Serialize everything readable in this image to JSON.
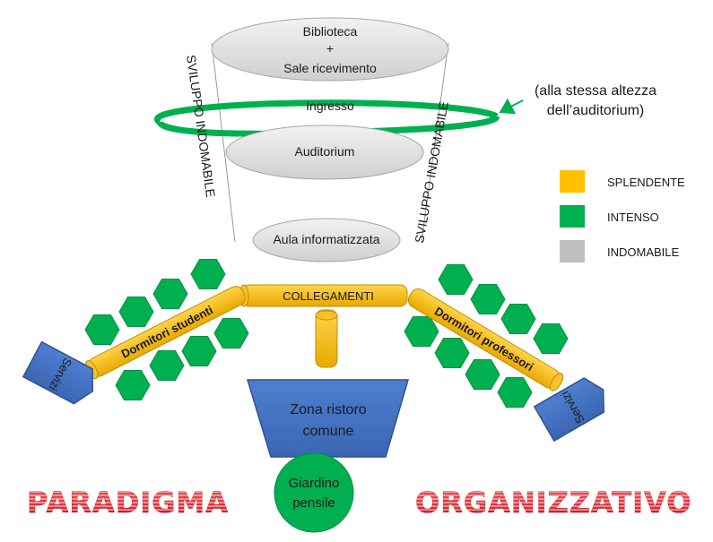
{
  "funnel": {
    "top_label_1": "Biblioteca",
    "top_label_2": "+",
    "top_label_3": "Sale ricevimento",
    "ring_label": "Ingresso",
    "middle_label": "Auditorium",
    "bottom_label": "Aula informatizzata",
    "side_left": "SVILUPPO INDOMABILE",
    "side_right": "SVILUPPO INDOMABILE"
  },
  "annotation": {
    "line1": "(alla stessa altezza",
    "line2": "dell’auditorium)"
  },
  "legend": {
    "items": [
      {
        "label": "SPLENDENTE",
        "color": "#FFC000"
      },
      {
        "label": "INTENSO",
        "color": "#00B050"
      },
      {
        "label": "INDOMABILE",
        "color": "#BFBFBF"
      }
    ]
  },
  "links": {
    "collegamenti": "COLLEGAMENTI",
    "dorm_students": "Dormitori studenti",
    "dorm_professors": "Dormitori professori"
  },
  "services": {
    "left": "Servizi",
    "right": "Servizi"
  },
  "dining": {
    "line1": "Zona ristoro",
    "line2": "comune"
  },
  "garden": {
    "line1": "Giardino",
    "line2": "pensile"
  },
  "titles": {
    "left": "PARADIGMA",
    "right": "ORGANIZZATIVO"
  },
  "colors": {
    "splendente": "#FFC000",
    "intenso": "#00B050",
    "indomabile": "#BFBFBF",
    "blue": "#4472C4",
    "title_red": "#E8303A"
  }
}
